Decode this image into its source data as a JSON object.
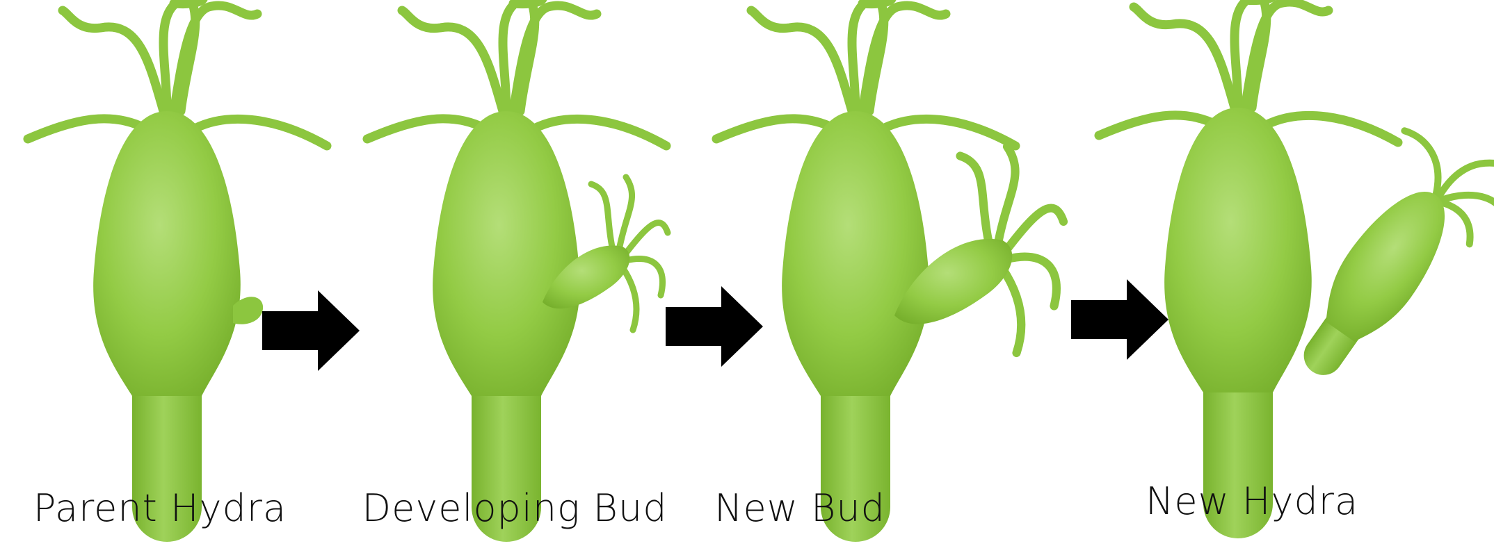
{
  "stages": [
    {
      "label": "Parent Hydra"
    },
    {
      "label": "Developing Bud"
    },
    {
      "label": "New Bud"
    },
    {
      "label": "New Hydra"
    }
  ],
  "colors": {
    "body_light": "#a9d86a",
    "body_mid": "#8cc63f",
    "body_dark": "#6faa28",
    "arrow": "#000000",
    "text": "#111111"
  },
  "icons": [
    "hydra-illustration",
    "arrow-right-icon"
  ]
}
